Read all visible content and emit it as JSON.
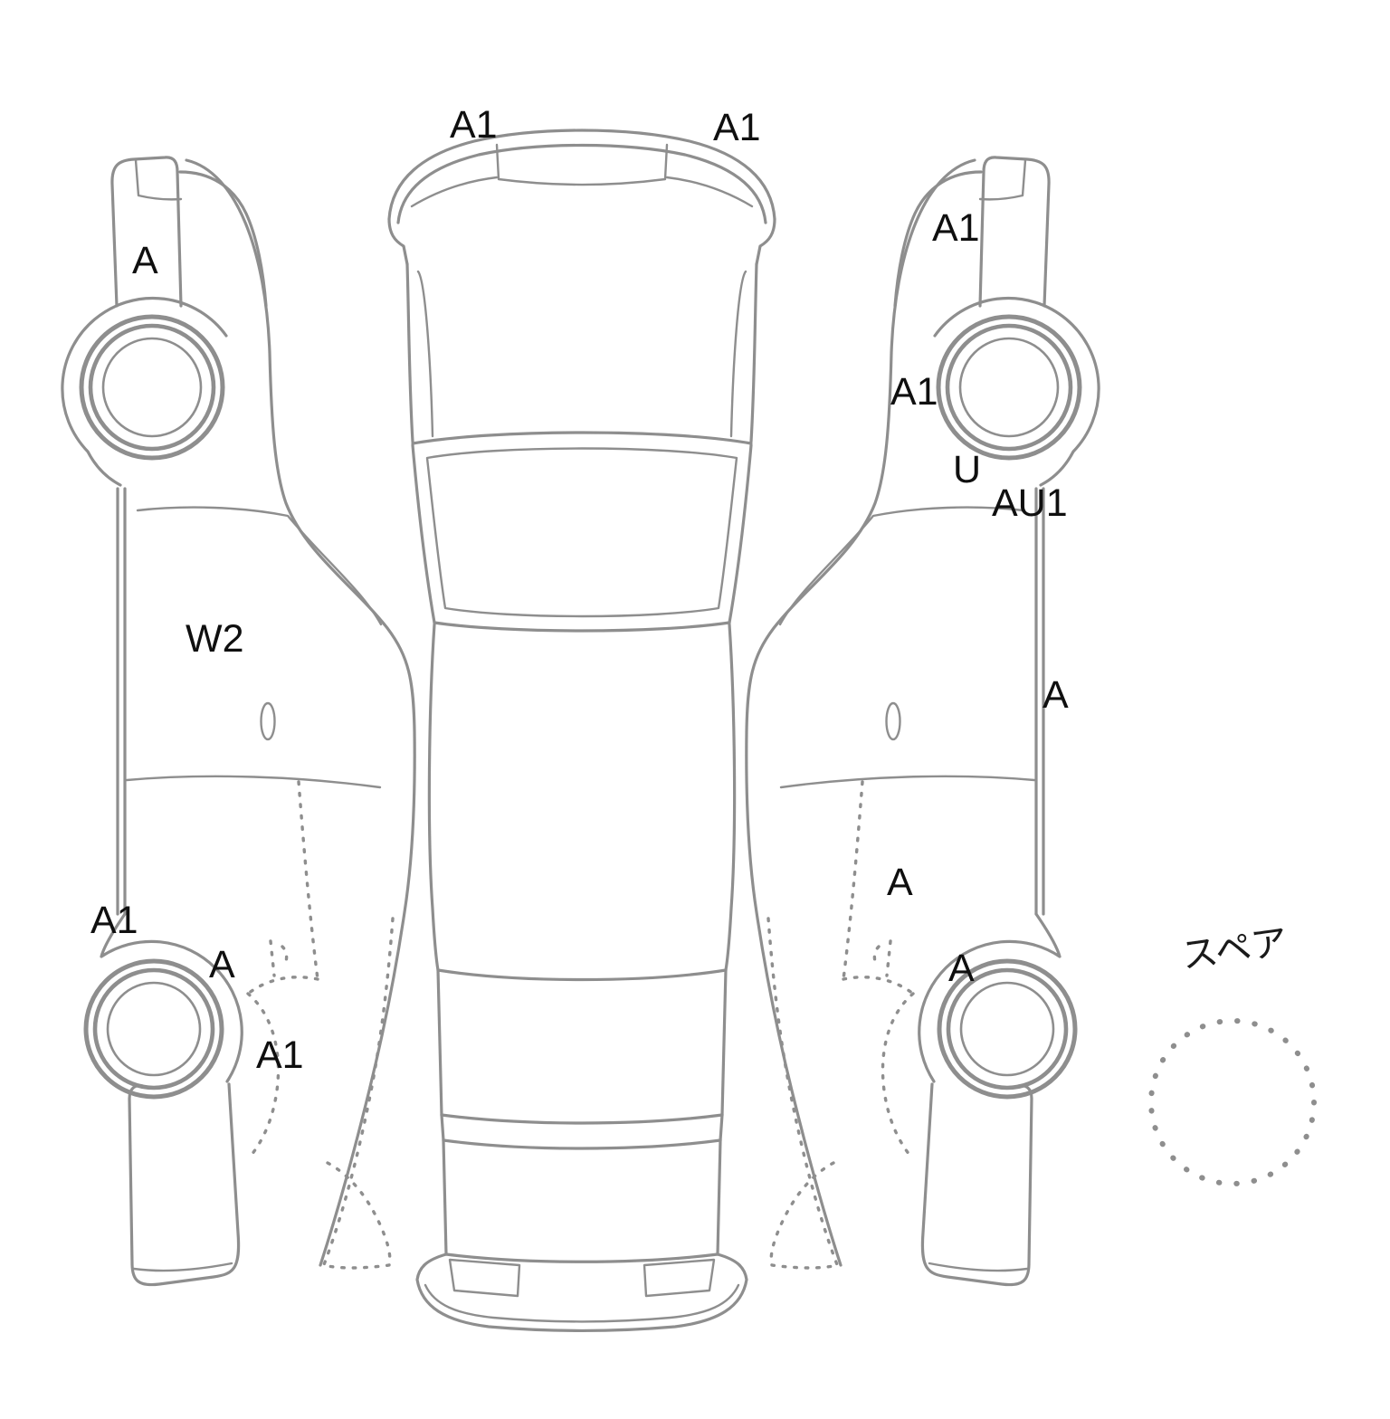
{
  "diagram": {
    "colors": {
      "line": "#8e8e8e",
      "label": "#0f0f0f",
      "background": "#ffffff"
    },
    "spare_label": "スペア",
    "markers": [
      {
        "code": "A1",
        "area": "front-bumper-top-left"
      },
      {
        "code": "A1",
        "area": "front-bumper-top-right"
      },
      {
        "code": "A",
        "area": "left-front-fender"
      },
      {
        "code": "A1",
        "area": "right-front-fender"
      },
      {
        "code": "A1",
        "area": "right-front-wheel"
      },
      {
        "code": "U",
        "area": "right-front-wheel-lower"
      },
      {
        "code": "AU1",
        "area": "right-rocker-front"
      },
      {
        "code": "W2",
        "area": "left-front-door"
      },
      {
        "code": "A",
        "area": "right-rocker"
      },
      {
        "code": "A",
        "area": "right-rear-door"
      },
      {
        "code": "A1",
        "area": "left-rear-quarter-upper"
      },
      {
        "code": "A",
        "area": "left-rear-wheel"
      },
      {
        "code": "A",
        "area": "right-rear-wheel"
      },
      {
        "code": "A1",
        "area": "left-rear-quarter-lower"
      }
    ]
  }
}
